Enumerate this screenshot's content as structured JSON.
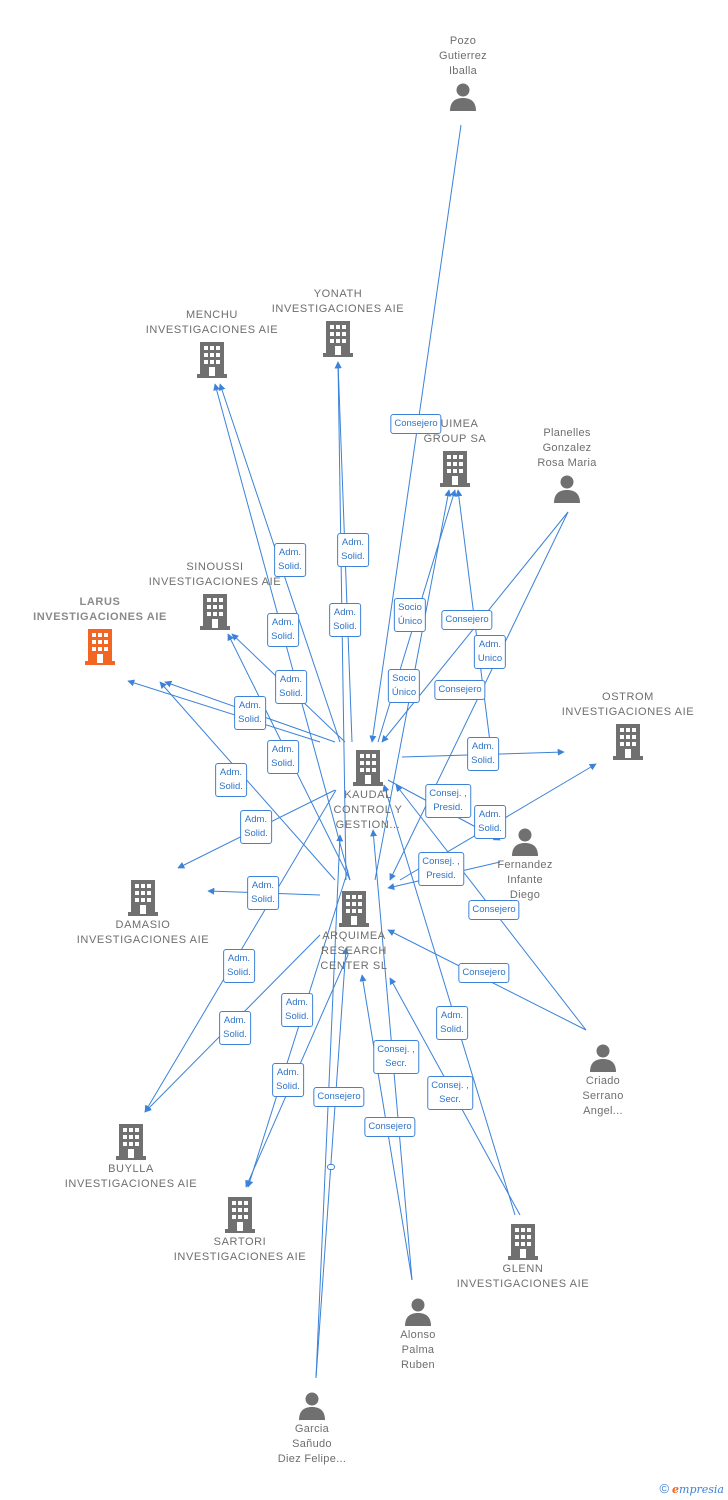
{
  "colors": {
    "edge": "#3b82d8",
    "icon": "#707070",
    "highlight": "#f26522",
    "label": "#6e6e6e"
  },
  "nodes": [
    {
      "id": "pozo",
      "kind": "person",
      "label": "Pozo\nGutierrez\nIballa"
    },
    {
      "id": "yonath",
      "kind": "company",
      "label": "YONATH\nINVESTIGACIONES AIE"
    },
    {
      "id": "menchu",
      "kind": "company",
      "label": "MENCHU\nINVESTIGACIONES AIE"
    },
    {
      "id": "arquimea_group",
      "kind": "company",
      "label": "QUIMEA\nGROUP SA"
    },
    {
      "id": "planelles",
      "kind": "person",
      "label": "Planelles\nGonzalez\nRosa Maria"
    },
    {
      "id": "sinoussi",
      "kind": "company",
      "label": "SINOUSSI\nINVESTIGACIONES AIE"
    },
    {
      "id": "larus",
      "kind": "company",
      "label": "LARUS\nINVESTIGACIONES AIE",
      "highlight": true
    },
    {
      "id": "ostrom",
      "kind": "company",
      "label": "OSTROM\nINVESTIGACIONES AIE"
    },
    {
      "id": "kaudal",
      "kind": "company",
      "label": "KAUDAL\nCONTROL Y\nGESTION..."
    },
    {
      "id": "fernandez",
      "kind": "person",
      "label": "Fernandez\nInfante\nDiego"
    },
    {
      "id": "damasio",
      "kind": "company",
      "label": "DAMASIO\nINVESTIGACIONES AIE"
    },
    {
      "id": "arquimea_research",
      "kind": "company",
      "label": "ARQUIMEA\nRESEARCH\nCENTER  SL"
    },
    {
      "id": "criado",
      "kind": "person",
      "label": "Criado\nSerrano\nAngel..."
    },
    {
      "id": "buylla",
      "kind": "company",
      "label": "BUYLLA\nINVESTIGACIONES AIE"
    },
    {
      "id": "sartori",
      "kind": "company",
      "label": "SARTORI\nINVESTIGACIONES AIE"
    },
    {
      "id": "glenn",
      "kind": "company",
      "label": "GLENN\nINVESTIGACIONES AIE"
    },
    {
      "id": "alonso",
      "kind": "person",
      "label": "Alonso\nPalma\nRuben"
    },
    {
      "id": "garcia",
      "kind": "person",
      "label": "Garcia\nSañudo\nDiez Felipe..."
    }
  ],
  "edge_labels": [
    "Consejero",
    "Adm.\nSolid.",
    "Adm.\nSolid.",
    "Socio\nÚnico",
    "Consejero",
    "Adm.\nSolid.",
    "Adm.\nSolid.",
    "Adm.\nUnico",
    "Adm.\nSolid.",
    "Socio\nÚnico",
    "Consejero",
    "Adm.\nSolid.",
    "Adm.\nSolid.",
    "Adm.\nSolid.",
    "Adm.\nSolid.",
    "Consej. ,\nPresid.",
    "Adm.\nSolid.",
    "Adm.\nSolid.",
    "Consej. ,\nPresid.",
    "Consejero",
    "Adm.\nSolid.",
    "Adm.\nSolid.",
    "Consejero",
    "Adm.\nSolid.",
    "Adm.\nSolid.",
    "Consej. ,\nSecr.",
    "Adm.\nSolid.",
    "Adm.\nSolid.",
    "Consejero",
    "Consej. ,\nSecr.",
    "Consejero"
  ],
  "watermark": {
    "symbol": "©",
    "brand_initial": "e",
    "brand_rest": "mpresia"
  }
}
